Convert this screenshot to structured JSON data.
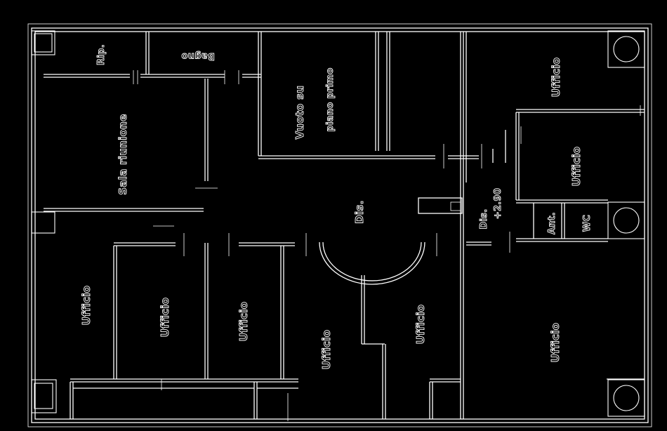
{
  "rooms": {
    "ripostiglio": "Rip.",
    "bagno": "Bagno",
    "vuoto": "Vuoto su",
    "vuoto_sub": "piano primo",
    "sala_riunione": "Sala riunione",
    "ufficio_ne": "Ufficio",
    "ufficio_e": "Ufficio",
    "disimpegno": "Dis.",
    "dis_corridor": "Dis.",
    "quota": "+2.90",
    "antibagno": "Ant.",
    "wc": "WC",
    "ufficio_sw1": "Ufficio",
    "ufficio_sw2": "Ufficio",
    "ufficio_sw3": "Ufficio",
    "ufficio_s1": "Ufficio",
    "ufficio_s2": "Ufficio",
    "ufficio_se": "Ufficio"
  },
  "colors": {
    "background": "#000000",
    "lines": "#ffffff"
  }
}
